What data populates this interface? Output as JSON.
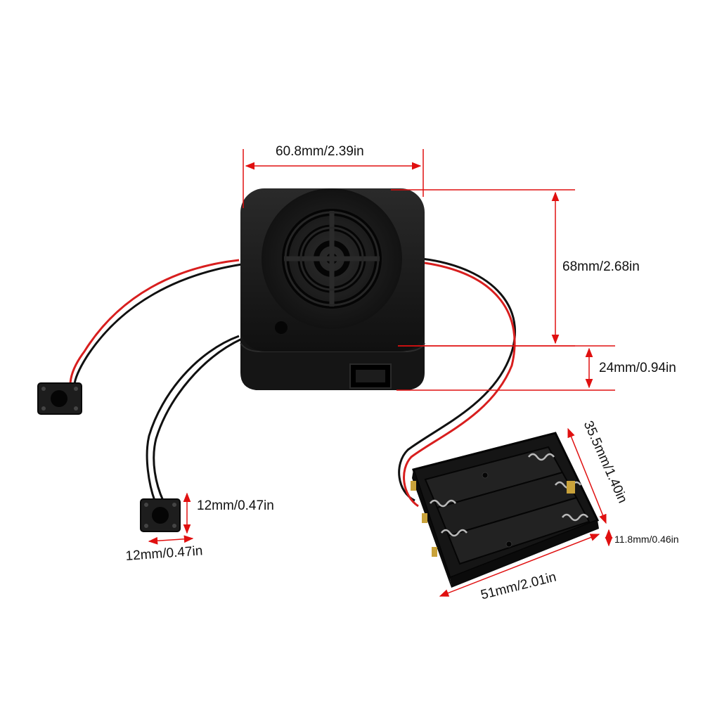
{
  "dimensions": {
    "speaker_width": "60.8mm/2.39in",
    "speaker_height": "68mm/2.68in",
    "speaker_depth": "24mm/0.94in",
    "button_height": "12mm/0.47in",
    "button_width": "12mm/0.47in",
    "battery_length": "51mm/2.01in",
    "battery_width": "35.5mm/1.40in",
    "battery_depth": "11.8mm/0.46in"
  },
  "colors": {
    "dimension_line": "#e01010",
    "housing": "#141414",
    "housing_highlight": "#2a2a2a",
    "wire_red": "#d81e1e",
    "wire_black": "#111111",
    "spring_metal": "#b9b9b9",
    "contact_gold": "#c9a23a",
    "background": "#ffffff"
  }
}
